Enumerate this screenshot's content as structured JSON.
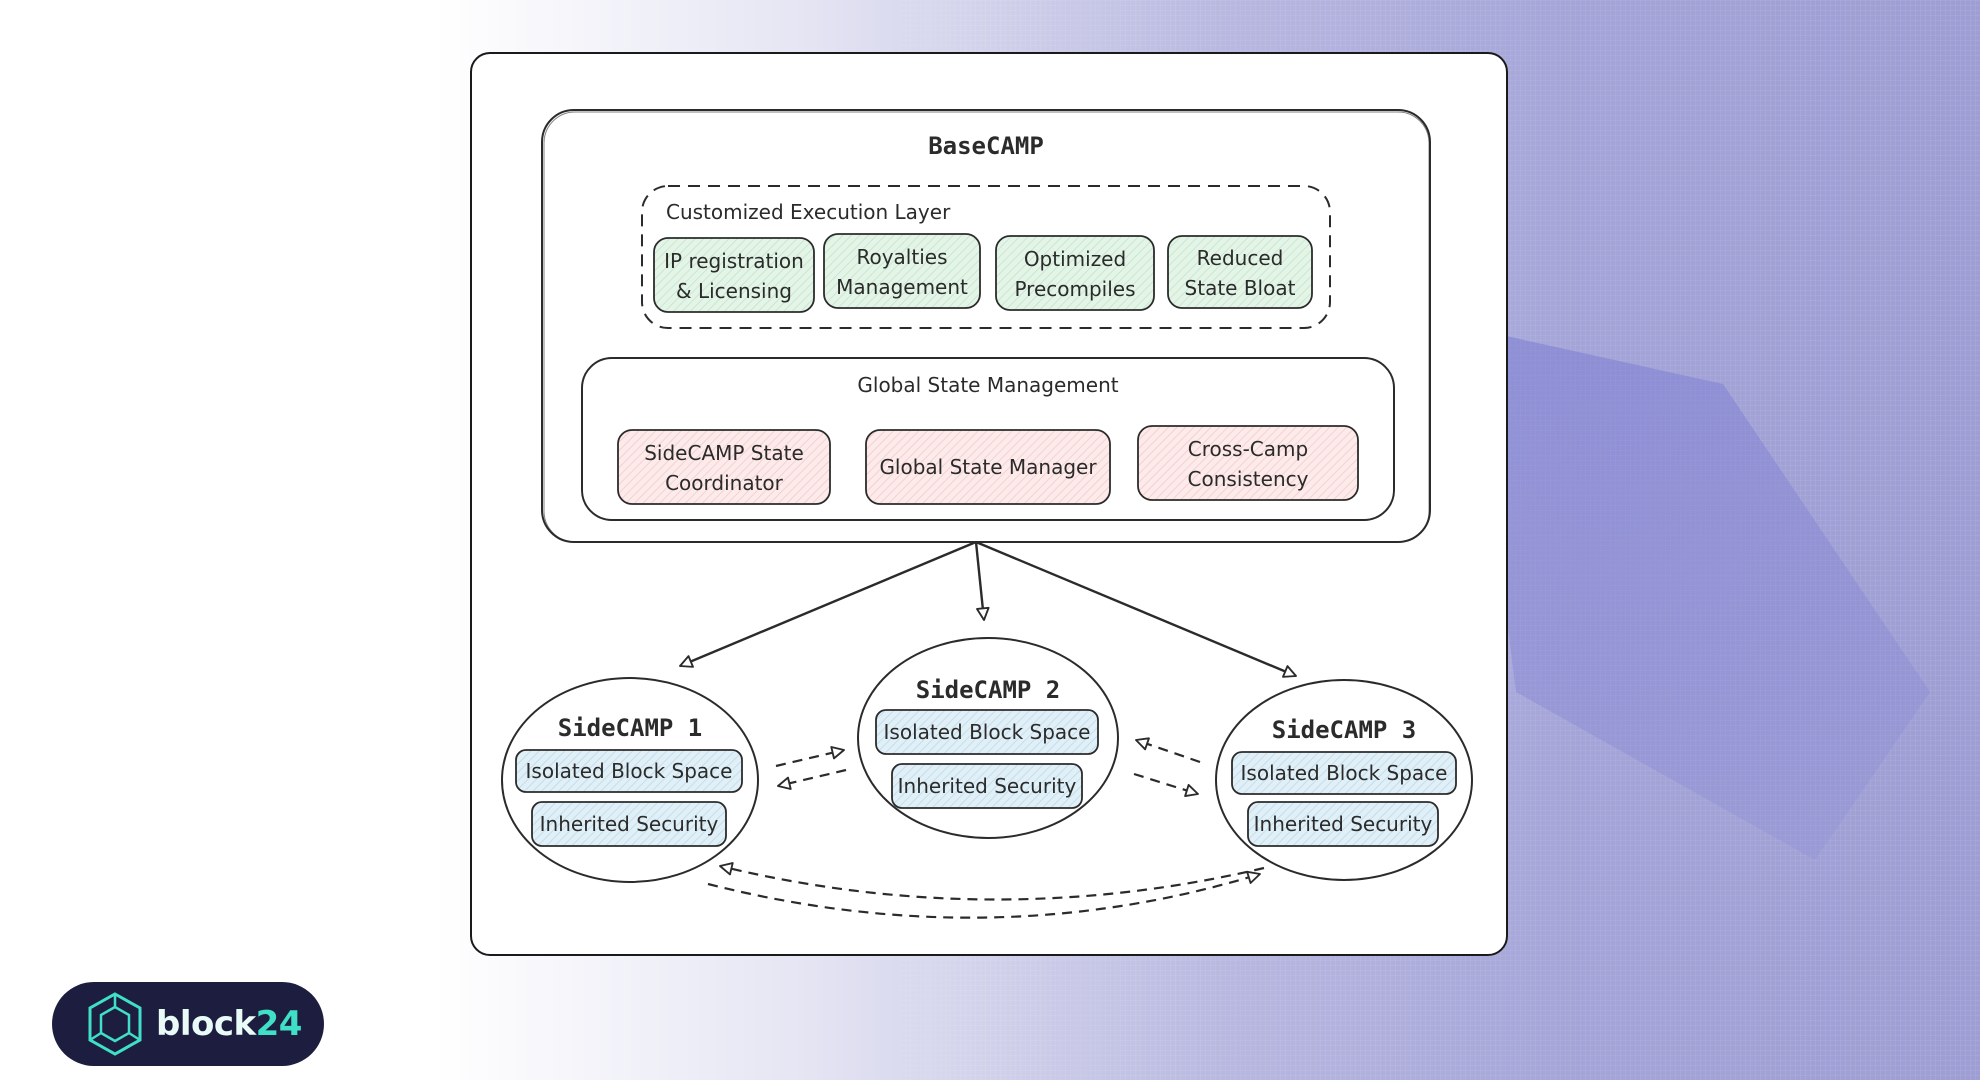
{
  "diagram": {
    "basecamp": {
      "title": "BaseCAMP",
      "execution_layer": {
        "title": "Customized Execution Layer",
        "items": [
          [
            "IP registration",
            "& Licensing"
          ],
          [
            "Royalties",
            "Management"
          ],
          [
            "Optimized",
            "Precompiles"
          ],
          [
            "Reduced",
            "State Bloat"
          ]
        ]
      },
      "global_state": {
        "title": "Global State Management",
        "items": [
          [
            "SideCAMP State",
            "Coordinator"
          ],
          [
            "Global State Manager"
          ],
          [
            "Cross-Camp",
            "Consistency"
          ]
        ]
      }
    },
    "sidecamps": [
      {
        "title": "SideCAMP 1",
        "block_space": "Isolated Block Space",
        "security": "Inherited Security"
      },
      {
        "title": "SideCAMP 2",
        "block_space": "Isolated Block Space",
        "security": "Inherited Security"
      },
      {
        "title": "SideCAMP 3",
        "block_space": "Isolated Block Space",
        "security": "Inherited Security"
      }
    ]
  },
  "logo": {
    "prefix": "block",
    "suffix": "24"
  },
  "colors": {
    "execution_fill": "#dff3e4",
    "global_fill": "#fbe3e3",
    "sidecamp_fill": "#dcedf6",
    "stroke": "#2b2b2b",
    "logo_bg": "#1d1d40",
    "logo_accent": "#3fe0c6"
  }
}
